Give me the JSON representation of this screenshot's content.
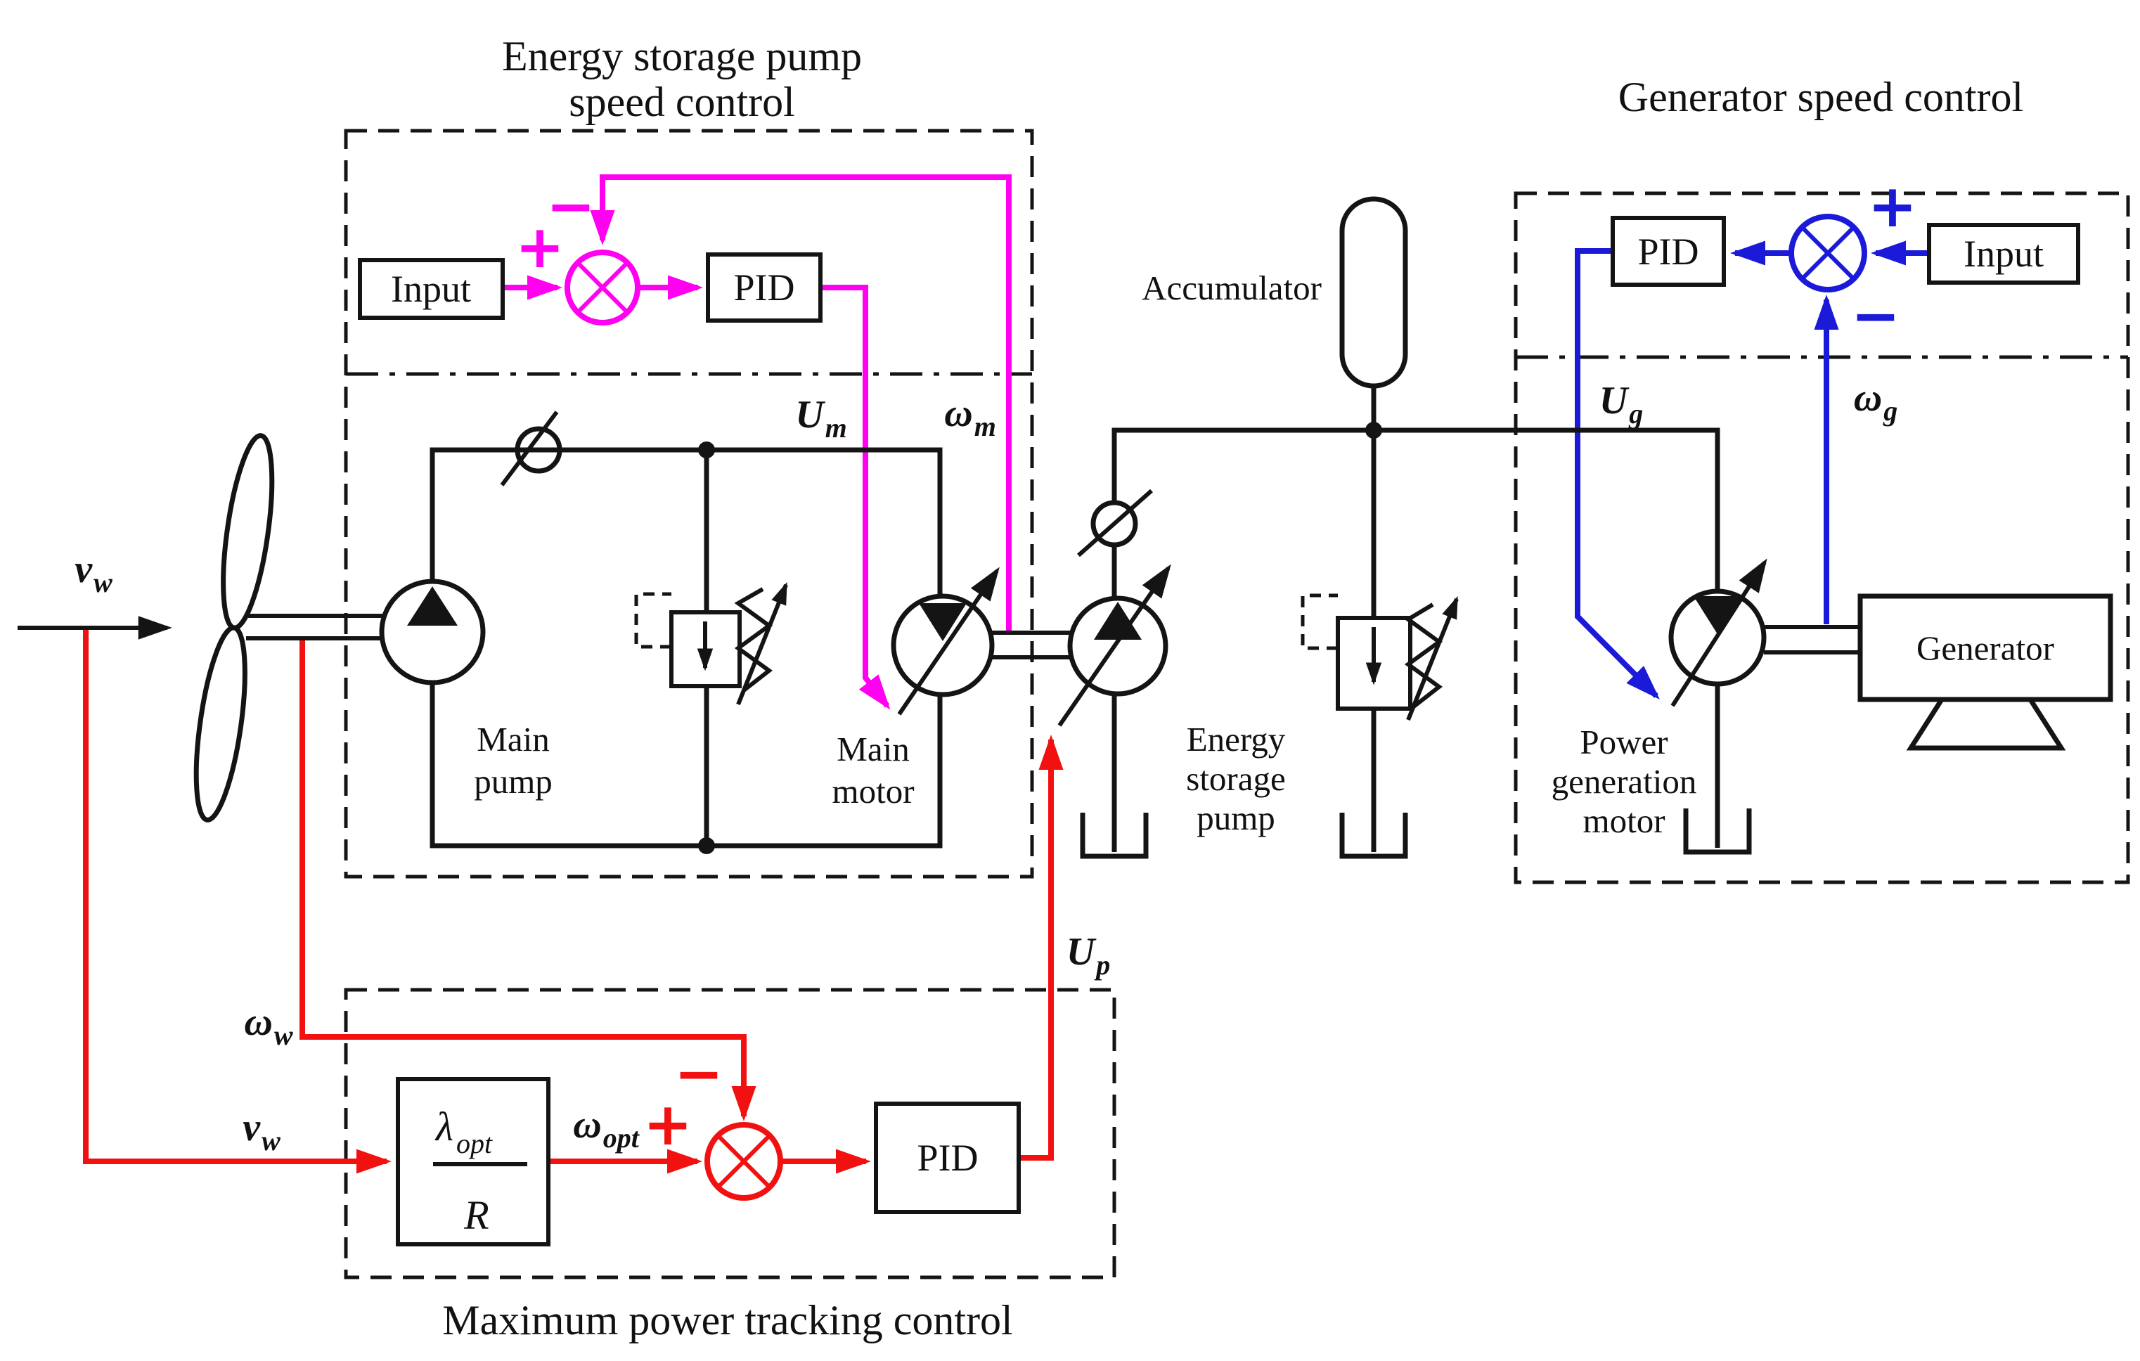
{
  "colors": {
    "magenta": "#ff00f0",
    "red": "#f21111",
    "blue": "#1a1ad8",
    "black": "#141414"
  },
  "titles": {
    "energy_storage_pump_speed_control": {
      "line1": "Energy storage pump",
      "line2": "speed control"
    },
    "generator_speed_control": "Generator speed control",
    "maximum_power_tracking_control": "Maximum power tracking control"
  },
  "blocks": {
    "input_left": "Input",
    "pid_left": "PID",
    "input_right": "Input",
    "pid_right": "PID",
    "pid_bottom": "PID",
    "lambda_block": {
      "numerator_main": "λ",
      "numerator_sub": "opt",
      "denominator": "R"
    }
  },
  "components": {
    "accumulator": "Accumulator",
    "generator": "Generator",
    "main_pump": {
      "line1": "Main",
      "line2": "pump"
    },
    "main_motor": {
      "line1": "Main",
      "line2": "motor"
    },
    "energy_storage_pump": {
      "line1": "Energy",
      "line2": "storage",
      "line3": "pump"
    },
    "power_generation_motor": {
      "line1": "Power",
      "line2": "generation",
      "line3": "motor"
    }
  },
  "signals": {
    "wind_speed_top": {
      "main": "v",
      "sub": "w"
    },
    "wind_speed_bottom": {
      "main": "v",
      "sub": "w"
    },
    "rotor_speed": {
      "main": "ω",
      "sub": "w"
    },
    "optimal_speed": {
      "main": "ω",
      "sub": "opt"
    },
    "main_motor_voltage": {
      "main": "U",
      "sub": "m"
    },
    "main_motor_speed": {
      "main": "ω",
      "sub": "m"
    },
    "generator_voltage": {
      "main": "U",
      "sub": "g"
    },
    "generator_speed": {
      "main": "ω",
      "sub": "g"
    },
    "pump_voltage": {
      "main": "U",
      "sub": "p"
    }
  },
  "operators": {
    "plus": "+",
    "minus": "−"
  }
}
